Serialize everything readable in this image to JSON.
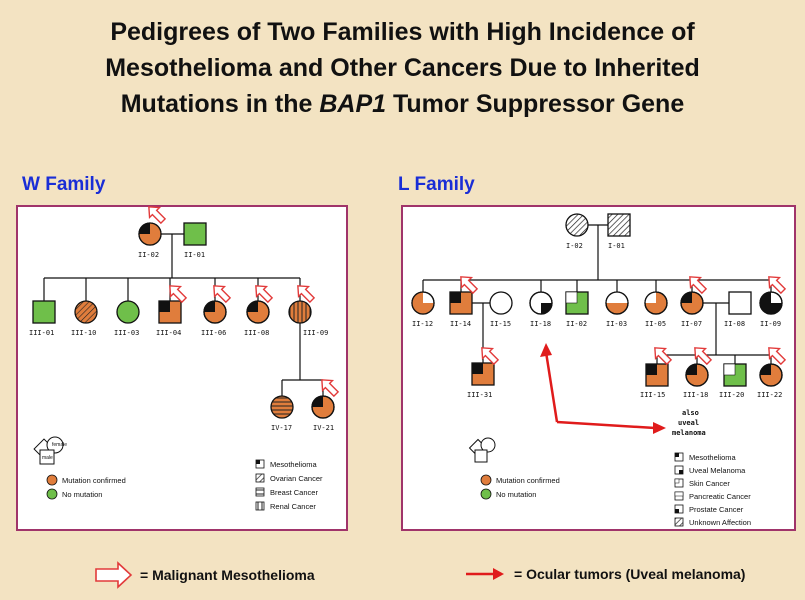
{
  "title": {
    "line1": "Pedigrees of Two Families with High Incidence of",
    "line2": "Mesothelioma and Other Cancers Due to Inherited",
    "line3_prefix": "Mutations in the ",
    "line3_gene": "BAP1",
    "line3_suffix": " Tumor Suppressor Gene"
  },
  "w_family": {
    "label": "W Family",
    "ids": {
      "II-02": "II-02",
      "II-01": "II-01",
      "III-01": "III-01",
      "III-10": "III-10",
      "III-03": "III-03",
      "III-04": "III-04",
      "III-06": "III-06",
      "III-08": "III-08",
      "III-09": "III-09",
      "IV-17": "IV-17",
      "IV-21": "IV-21"
    },
    "sex_legend": {
      "female": "female",
      "male": "male"
    },
    "status_legend": [
      "Mutation confirmed",
      "No mutation"
    ],
    "cancer_legend": [
      "Mesothelioma",
      "Ovarian Cancer",
      "Breast Cancer",
      "Renal Cancer"
    ]
  },
  "l_family": {
    "label": "L Family",
    "ids": {
      "I-02": "I-02",
      "I-01": "I-01",
      "II-12": "II-12",
      "II-14": "II-14",
      "II-15": "II-15",
      "II-18": "II-18",
      "II-02": "II-02",
      "II-03": "II-03",
      "II-05": "II-05",
      "II-07": "II-07",
      "II-08": "II-08",
      "II-09": "II-09",
      "III-31": "III-31",
      "III-15": "III-15",
      "III-18": "III-18",
      "III-20": "III-20",
      "III-22": "III-22"
    },
    "note": [
      "also",
      "uveal",
      "melanoma"
    ],
    "status_legend": [
      "Mutation confirmed",
      "No mutation"
    ],
    "cancer_legend": [
      "Mesothelioma",
      "Uveal Melanoma",
      "Skin Cancer",
      "Pancreatic Cancer",
      "Prostate Cancer",
      "Unknown Affection"
    ]
  },
  "bottom_legend": {
    "meso": "=  Malignant Mesothelioma",
    "ocular": "=  Ocular tumors (Uveal melanoma)"
  },
  "colors": {
    "background": "#f3e3c2",
    "mutation": "#e07d3c",
    "no_mutation": "#6fbf4a",
    "frame": "#a0346a",
    "arrow_outline": "#e23a3a",
    "ocular_arrow": "#e01b1b",
    "label_blue": "#1a2ed6"
  }
}
